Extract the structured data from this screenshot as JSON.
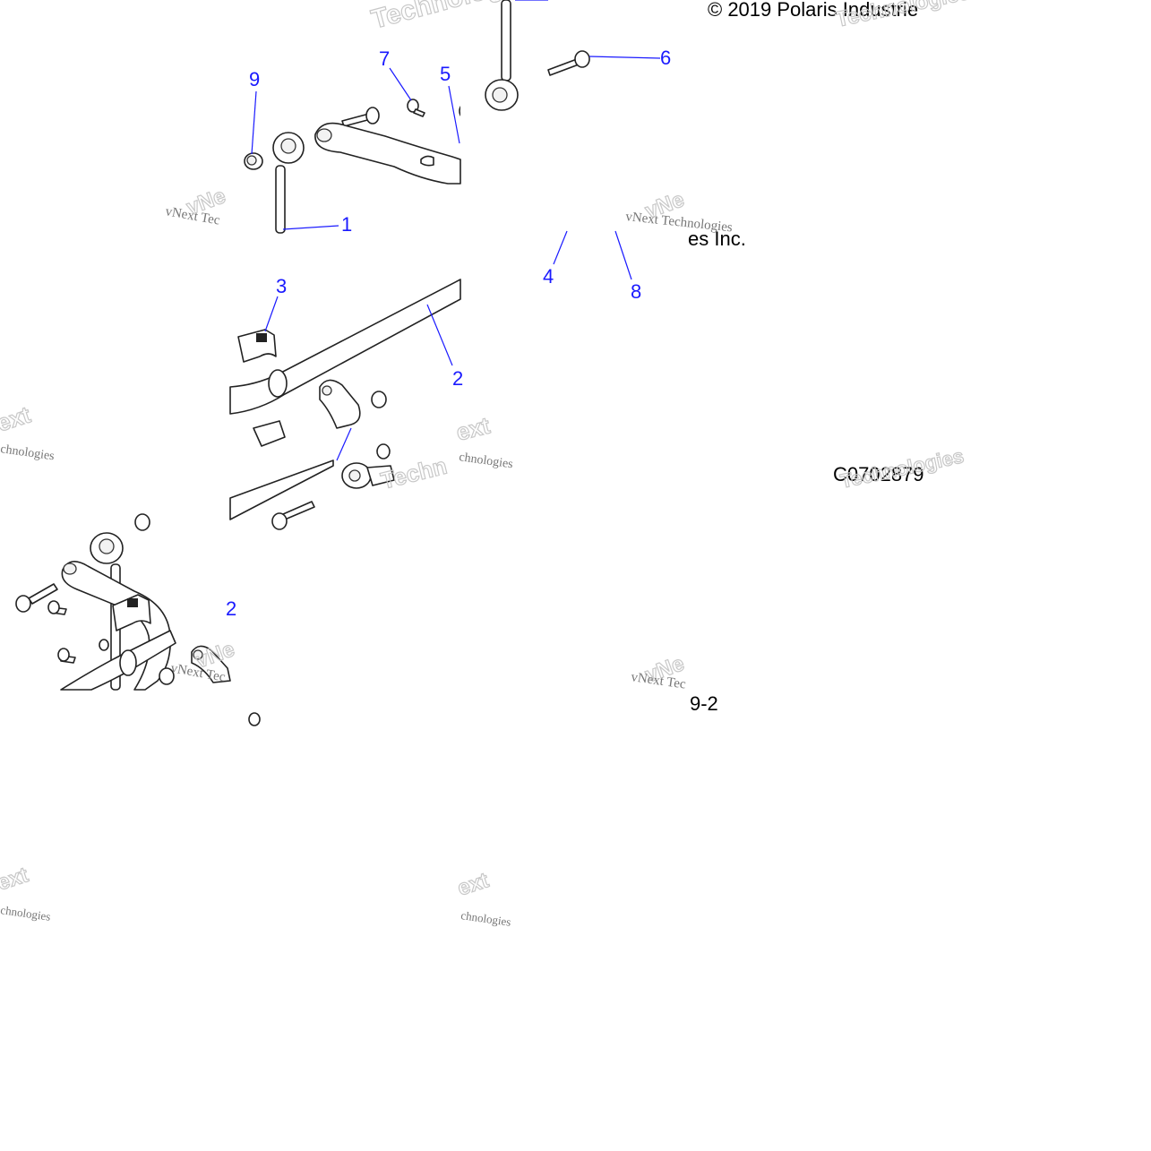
{
  "copyright": "© 2019 Polaris Industrie",
  "figure_id": "C0702879",
  "fragment_inc": "es Inc.",
  "fragment_code": "9-2",
  "callouts": {
    "c1": "1",
    "c2": "2",
    "c3": "3",
    "c4": "4",
    "c5": "5",
    "c6": "6",
    "c7": "7",
    "c8": "8",
    "c9": "9",
    "c2b": "2"
  },
  "watermark": {
    "brand": "vNext Technologies",
    "short": "vNext Tec",
    "technologies": "Technologies",
    "fragments": [
      "Techno",
      "Techno",
      "ext",
      "chnologies",
      "vNe",
      "ext",
      "Techn"
    ]
  },
  "colors": {
    "callout": "#1a1aff",
    "line_art": "#222222",
    "watermark": "#bbbbbb"
  }
}
